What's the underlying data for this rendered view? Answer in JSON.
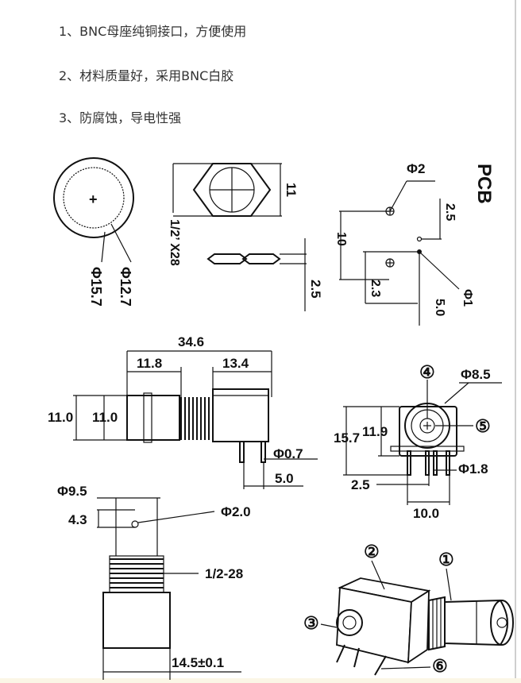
{
  "features": [
    "1、BNC母座纯铜接口，方便使用",
    "2、材料质量好，采用BNC白胶",
    "3、防腐蚀，导电性强"
  ],
  "top_view": {
    "phi_outer": "Φ15.7",
    "phi_inner": "Φ12.7"
  },
  "hex_view": {
    "width": "11",
    "thread": "1/2’ X28",
    "thickness": "2.5"
  },
  "pcb": {
    "title": "PCB",
    "phi2": "Φ2",
    "phi1": "Φ1",
    "d10": "10",
    "d25": "2.5",
    "d23": "2.3",
    "d50": "5.0"
  },
  "side_view": {
    "len_total": "34.6",
    "len_a": "11.8",
    "len_b": "13.4",
    "h_left": "11.0",
    "h_right": "11.0",
    "pin_dia": "Φ0.7",
    "pin_off": "5.0"
  },
  "front_view": {
    "phi85": "Φ8.5",
    "h157": "15.7",
    "h119": "11.9",
    "pin_dia": "Φ1.8",
    "d25": "2.5",
    "d100": "10.0",
    "callout4": "④",
    "callout5": "⑤"
  },
  "vertical_view": {
    "phi95": "Φ9.5",
    "d43": "4.3",
    "phi20": "Φ2.0",
    "thread": "1/2-28",
    "len": "14.5±0.1"
  },
  "iso_view": {
    "c1": "①",
    "c2": "②",
    "c3": "③",
    "c6": "⑥"
  }
}
